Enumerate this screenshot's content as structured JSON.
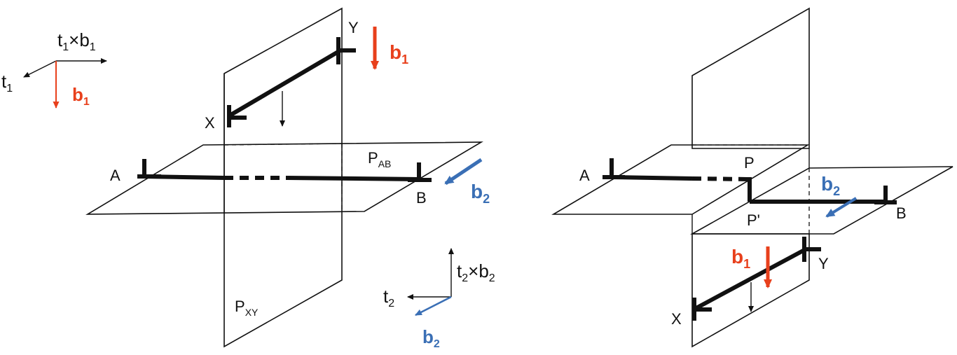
{
  "colors": {
    "ink": "#111111",
    "burgers_b1": "#e8401c",
    "burgers_b2": "#3a6fb5"
  },
  "panel_left": {
    "triad_1": {
      "cross": "t",
      "cross_sub": "1",
      "cross_op": "×",
      "cross_b": "b",
      "cross_b_sub": "1",
      "t": "t",
      "t_sub": "1",
      "b": "b",
      "b_sub": "1"
    },
    "point_y": "Y",
    "point_x": "X",
    "point_a": "A",
    "point_b": "B",
    "plane_ab": "P",
    "plane_ab_sub": "AB",
    "plane_xy": "P",
    "plane_xy_sub": "XY",
    "burgers_1": "b",
    "burgers_1_sub": "1",
    "burgers_2": "b",
    "burgers_2_sub": "2",
    "triad_2": {
      "cross": "t",
      "cross_sub": "2",
      "cross_op": "×",
      "cross_b": "b",
      "cross_b_sub": "2",
      "t": "t",
      "t_sub": "2",
      "b": "b",
      "b_sub": "2"
    }
  },
  "panel_right": {
    "point_a": "A",
    "point_p": "P",
    "point_p_prime": "P'",
    "point_b": "B",
    "point_y": "Y",
    "point_x": "X",
    "burgers_1": "b",
    "burgers_1_sub": "1",
    "burgers_2": "b",
    "burgers_2_sub": "2"
  }
}
